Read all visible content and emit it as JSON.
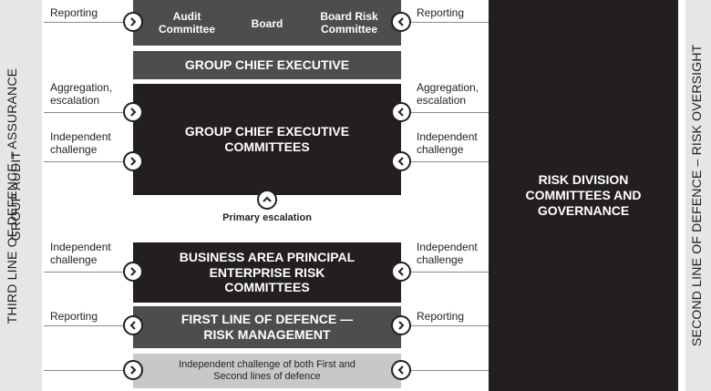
{
  "left_axis": {
    "outer_label": "THIRD LINE OF DEFENCE – ASSURANCE",
    "inner_label": "GROUP AUDIT"
  },
  "right_axis": {
    "label": "SECOND LINE OF DEFENCE – RISK OVERSIGHT"
  },
  "board_row": {
    "audit": "Audit Committee",
    "board": "Board",
    "board_risk": "Board Risk Committee"
  },
  "group_chief_executive": "GROUP CHIEF EXECUTIVE",
  "gce_committees": "GROUP CHIEF EXECUTIVE COMMITTEES",
  "escalation": "Primary escalation",
  "business_area": "BUSINESS AREA PRINCIPAL ENTERPRISE RISK COMMITTEES",
  "first_line": "FIRST LINE OF DEFENCE — RISK MANAGEMENT",
  "independent_both": "Independent challenge of both First and Second lines of defence",
  "risk_division": "RISK DIVISION COMMITTEES AND GOVERNANCE",
  "left_labels": {
    "reporting_top": "Reporting",
    "aggregation": "Aggregation, escalation",
    "independent_1": "Independent challenge",
    "independent_2": "Independent challenge",
    "reporting_bottom": "Reporting"
  },
  "right_labels": {
    "reporting_top": "Reporting",
    "aggregation": "Aggregation, escalation",
    "independent_1": "Independent challenge",
    "independent_2": "Independent challenge",
    "reporting_bottom": "Reporting"
  },
  "colors": {
    "dark": "#231f20",
    "mid": "#4d4d4d",
    "light": "#c8c8c8",
    "strip": "#e6e6e6"
  }
}
